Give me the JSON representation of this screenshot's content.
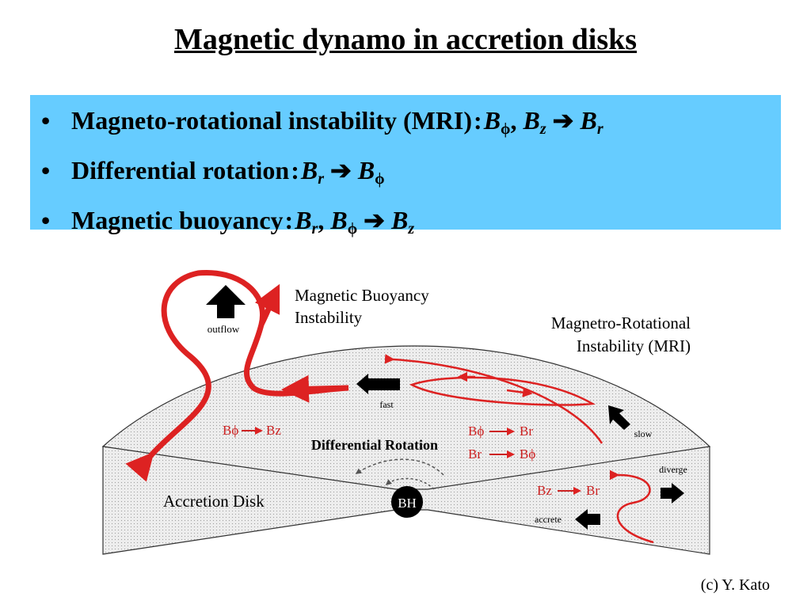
{
  "title": "Magnetic dynamo in accretion disks",
  "bullets": [
    {
      "label": "Magneto-rotational instability (MRI)",
      "colon": ":",
      "from1": "B",
      "from1_sub": "ϕ",
      "sep": ",",
      "from2": "B",
      "from2_sub": "z",
      "arrow": "➔",
      "to": "B",
      "to_sub": "r"
    },
    {
      "label": "Differential rotation",
      "colon": ":",
      "from1": "B",
      "from1_sub": "r",
      "arrow": "➔",
      "to": "B",
      "to_sub": "ϕ"
    },
    {
      "label": "Magnetic buoyancy",
      "colon": ":",
      "from1": "B",
      "from1_sub": "r",
      "sep": ",",
      "from2": "B",
      "from2_sub": "ϕ",
      "arrow": "➔",
      "to": "B",
      "to_sub": "z"
    }
  ],
  "bullet_char": "•",
  "diagram": {
    "mbi_label_1": "Magnetic Buoyancy",
    "mbi_label_2": "Instability",
    "mri_label_1": "Magnetro-Rotational",
    "mri_label_2": "Instability (MRI)",
    "outflow": "outflow",
    "fast": "fast",
    "slow": "slow",
    "diverge": "diverge",
    "accrete": "accrete",
    "differential_rotation": "Differential Rotation",
    "accretion_disk": "Accretion Disk",
    "bh": "BH",
    "rel_bphi_bz": {
      "from": "Bϕ",
      "to": "Bz"
    },
    "rel_bphi_br": {
      "from": "Bϕ",
      "to": "Br"
    },
    "rel_br_bphi": {
      "from": "Br",
      "to": "Bϕ"
    },
    "rel_bz_br": {
      "from": "Bz",
      "to": "Br"
    },
    "colors": {
      "field_line": "#dd2222",
      "relation_text": "#cc2222",
      "disk_fill": "#ebebeb"
    }
  },
  "credit": "(c)  Y. Kato"
}
